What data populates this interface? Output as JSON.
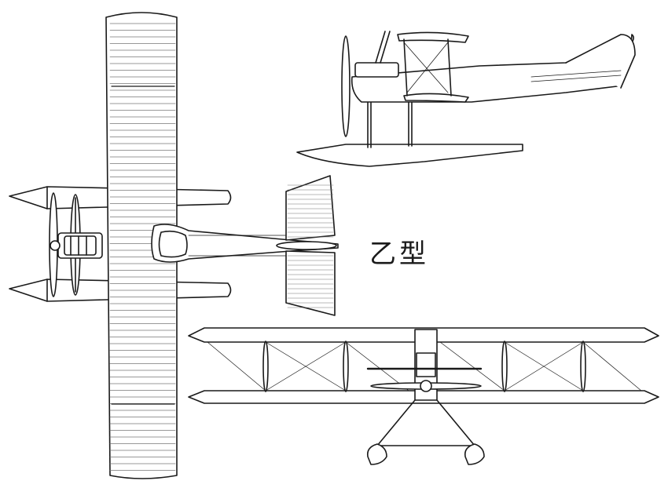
{
  "drawing": {
    "caption": "乙型",
    "views": [
      "plan-view",
      "side-view",
      "front-view"
    ]
  },
  "colors": {
    "line": "#1a1a1a",
    "fill": "#ffffff",
    "rib": "#777777"
  }
}
